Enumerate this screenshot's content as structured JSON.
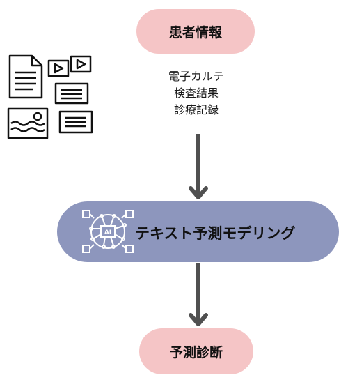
{
  "nodes": {
    "patient_info": "患者情報",
    "text_modeling": "テキスト予測モデリング",
    "prediction": "予測診断"
  },
  "data_items": [
    "電子カルテ",
    "検査結果",
    "診療記録"
  ],
  "chip_label": "AI",
  "colors": {
    "pink_node": "#f5c5c6",
    "blue_node": "#8d96bd",
    "arrow": "#505050"
  },
  "icons": [
    "documents-media-icon",
    "ai-chip-icon"
  ]
}
